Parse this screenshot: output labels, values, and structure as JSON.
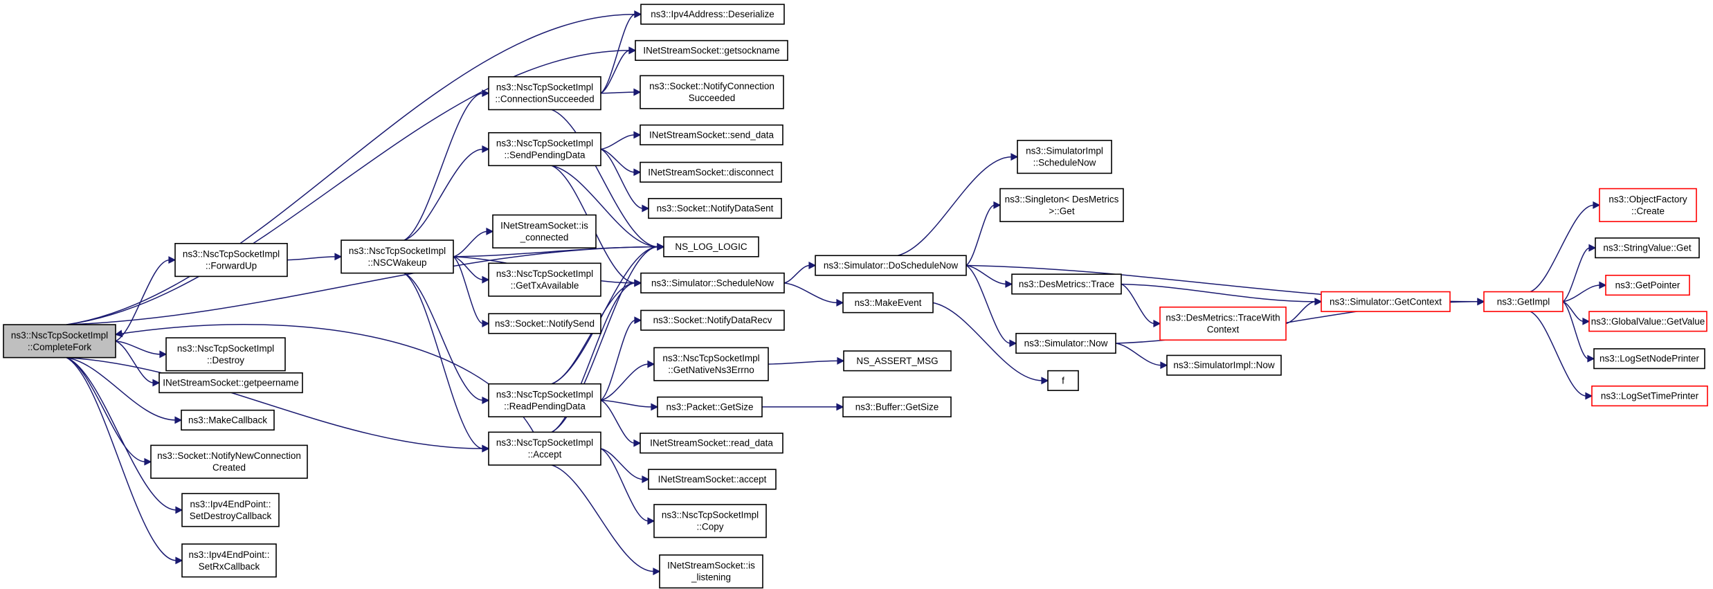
{
  "colors": {
    "edge": "#191970",
    "root_fill": "#bfbfbf",
    "truncated_border": "#ff0000",
    "node_border": "#000000"
  },
  "nodes": [
    {
      "id": "completefork",
      "lines": [
        "ns3::NscTcpSocketImpl",
        "::CompleteFork"
      ],
      "root": true
    },
    {
      "id": "forwardup",
      "lines": [
        "ns3::NscTcpSocketImpl",
        "::ForwardUp"
      ]
    },
    {
      "id": "destroy",
      "lines": [
        "ns3::NscTcpSocketImpl",
        "::Destroy"
      ]
    },
    {
      "id": "getpeername",
      "lines": [
        "INetStreamSocket::getpeername"
      ]
    },
    {
      "id": "makecallback",
      "lines": [
        "ns3::MakeCallback"
      ]
    },
    {
      "id": "notifynewconn",
      "lines": [
        "ns3::Socket::NotifyNewConnection",
        "Created"
      ]
    },
    {
      "id": "setdestroycb",
      "lines": [
        "ns3::Ipv4EndPoint::",
        "SetDestroyCallback"
      ]
    },
    {
      "id": "setrxcb",
      "lines": [
        "ns3::Ipv4EndPoint::",
        "SetRxCallback"
      ]
    },
    {
      "id": "nscwakeup",
      "lines": [
        "ns3::NscTcpSocketImpl",
        "::NSCWakeup"
      ]
    },
    {
      "id": "connsucc",
      "lines": [
        "ns3::NscTcpSocketImpl",
        "::ConnectionSucceeded"
      ]
    },
    {
      "id": "sendpending",
      "lines": [
        "ns3::NscTcpSocketImpl",
        "::SendPendingData"
      ]
    },
    {
      "id": "isconnected",
      "lines": [
        "INetStreamSocket::is",
        "_connected"
      ]
    },
    {
      "id": "gettxavail",
      "lines": [
        "ns3::NscTcpSocketImpl",
        "::GetTxAvailable"
      ]
    },
    {
      "id": "notifysend",
      "lines": [
        "ns3::Socket::NotifySend"
      ]
    },
    {
      "id": "readpending",
      "lines": [
        "ns3::NscTcpSocketImpl",
        "::ReadPendingData"
      ]
    },
    {
      "id": "accept",
      "lines": [
        "ns3::NscTcpSocketImpl",
        "::Accept"
      ]
    },
    {
      "id": "deserialize",
      "lines": [
        "ns3::Ipv4Address::Deserialize"
      ]
    },
    {
      "id": "getsockname",
      "lines": [
        "INetStreamSocket::getsockname"
      ]
    },
    {
      "id": "notifyconnsucc",
      "lines": [
        "ns3::Socket::NotifyConnection",
        "Succeeded"
      ]
    },
    {
      "id": "senddata",
      "lines": [
        "INetStreamSocket::send_data"
      ]
    },
    {
      "id": "disconnect",
      "lines": [
        "INetStreamSocket::disconnect"
      ]
    },
    {
      "id": "notifydatasent",
      "lines": [
        "ns3::Socket::NotifyDataSent"
      ]
    },
    {
      "id": "nslog",
      "lines": [
        "NS_LOG_LOGIC"
      ]
    },
    {
      "id": "schedulenow",
      "lines": [
        "ns3::Simulator::ScheduleNow"
      ]
    },
    {
      "id": "notifydatarecv",
      "lines": [
        "ns3::Socket::NotifyDataRecv"
      ]
    },
    {
      "id": "getnativeerrno",
      "lines": [
        "ns3::NscTcpSocketImpl",
        "::GetNativeNs3Errno"
      ]
    },
    {
      "id": "packetgetsize",
      "lines": [
        "ns3::Packet::GetSize"
      ]
    },
    {
      "id": "readdata",
      "lines": [
        "INetStreamSocket::read_data"
      ]
    },
    {
      "id": "inetaccept",
      "lines": [
        "INetStreamSocket::accept"
      ]
    },
    {
      "id": "copy",
      "lines": [
        "ns3::NscTcpSocketImpl",
        "::Copy"
      ]
    },
    {
      "id": "islistening",
      "lines": [
        "INetStreamSocket::is",
        "_listening"
      ]
    },
    {
      "id": "doschedulenow",
      "lines": [
        "ns3::Simulator::DoScheduleNow"
      ]
    },
    {
      "id": "makeevent",
      "lines": [
        "ns3::MakeEvent"
      ]
    },
    {
      "id": "nsassert",
      "lines": [
        "NS_ASSERT_MSG"
      ]
    },
    {
      "id": "buffergetsize",
      "lines": [
        "ns3::Buffer::GetSize"
      ]
    },
    {
      "id": "simimplschednow",
      "lines": [
        "ns3::SimulatorImpl",
        "::ScheduleNow"
      ]
    },
    {
      "id": "singletonget",
      "lines": [
        "ns3::Singleton< DesMetrics",
        ">::Get"
      ]
    },
    {
      "id": "desmetricstrace",
      "lines": [
        "ns3::DesMetrics::Trace"
      ]
    },
    {
      "id": "simnow",
      "lines": [
        "ns3::Simulator::Now"
      ]
    },
    {
      "id": "f",
      "lines": [
        "f"
      ]
    },
    {
      "id": "tracewithctx",
      "lines": [
        "ns3::DesMetrics::TraceWith",
        "Context"
      ],
      "red": true
    },
    {
      "id": "simimplnow",
      "lines": [
        "ns3::SimulatorImpl::Now"
      ]
    },
    {
      "id": "getcontext",
      "lines": [
        "ns3::Simulator::GetContext"
      ],
      "red": true
    },
    {
      "id": "getimpl",
      "lines": [
        "ns3::GetImpl"
      ],
      "red": true
    },
    {
      "id": "objfactcreate",
      "lines": [
        "ns3::ObjectFactory",
        "::Create"
      ],
      "red": true
    },
    {
      "id": "stringvalueget",
      "lines": [
        "ns3::StringValue::Get"
      ]
    },
    {
      "id": "getpointer",
      "lines": [
        "ns3::GetPointer"
      ],
      "red": true
    },
    {
      "id": "globalvalueget",
      "lines": [
        "ns3::GlobalValue::GetValue"
      ],
      "red": true
    },
    {
      "id": "logsetnodeprinter",
      "lines": [
        "ns3::LogSetNodePrinter"
      ]
    },
    {
      "id": "logsettimeprinter",
      "lines": [
        "ns3::LogSetTimePrinter"
      ],
      "red": true
    }
  ],
  "edges": [
    [
      "completefork",
      "forwardup"
    ],
    [
      "completefork",
      "destroy"
    ],
    [
      "completefork",
      "getpeername"
    ],
    [
      "completefork",
      "makecallback"
    ],
    [
      "completefork",
      "notifynewconn"
    ],
    [
      "completefork",
      "setdestroycb"
    ],
    [
      "completefork",
      "setrxcb"
    ],
    [
      "completefork",
      "deserialize"
    ],
    [
      "completefork",
      "getsockname"
    ],
    [
      "completefork",
      "nslog"
    ],
    [
      "completefork",
      "accept"
    ],
    [
      "forwardup",
      "nscwakeup"
    ],
    [
      "nscwakeup",
      "connsucc"
    ],
    [
      "nscwakeup",
      "sendpending"
    ],
    [
      "nscwakeup",
      "isconnected"
    ],
    [
      "nscwakeup",
      "gettxavail"
    ],
    [
      "nscwakeup",
      "notifysend"
    ],
    [
      "nscwakeup",
      "readpending"
    ],
    [
      "nscwakeup",
      "accept"
    ],
    [
      "nscwakeup",
      "nslog"
    ],
    [
      "nscwakeup",
      "schedulenow"
    ],
    [
      "connsucc",
      "deserialize"
    ],
    [
      "connsucc",
      "getsockname"
    ],
    [
      "connsucc",
      "notifyconnsucc"
    ],
    [
      "connsucc",
      "nslog"
    ],
    [
      "sendpending",
      "senddata"
    ],
    [
      "sendpending",
      "disconnect"
    ],
    [
      "sendpending",
      "notifydatasent"
    ],
    [
      "sendpending",
      "nslog"
    ],
    [
      "sendpending",
      "schedulenow"
    ],
    [
      "readpending",
      "nslog"
    ],
    [
      "readpending",
      "schedulenow"
    ],
    [
      "readpending",
      "notifydatarecv"
    ],
    [
      "readpending",
      "getnativeerrno"
    ],
    [
      "readpending",
      "packetgetsize"
    ],
    [
      "readpending",
      "readdata"
    ],
    [
      "accept",
      "completefork"
    ],
    [
      "accept",
      "nslog"
    ],
    [
      "accept",
      "schedulenow"
    ],
    [
      "accept",
      "inetaccept"
    ],
    [
      "accept",
      "copy"
    ],
    [
      "accept",
      "islistening"
    ],
    [
      "schedulenow",
      "doschedulenow"
    ],
    [
      "schedulenow",
      "makeevent"
    ],
    [
      "getnativeerrno",
      "nsassert"
    ],
    [
      "packetgetsize",
      "buffergetsize"
    ],
    [
      "makeevent",
      "f"
    ],
    [
      "doschedulenow",
      "simimplschednow"
    ],
    [
      "doschedulenow",
      "singletonget"
    ],
    [
      "doschedulenow",
      "desmetricstrace"
    ],
    [
      "doschedulenow",
      "simnow"
    ],
    [
      "doschedulenow",
      "getimpl"
    ],
    [
      "desmetricstrace",
      "tracewithctx"
    ],
    [
      "desmetricstrace",
      "getcontext"
    ],
    [
      "tracewithctx",
      "getcontext"
    ],
    [
      "getcontext",
      "getimpl"
    ],
    [
      "simnow",
      "simimplnow"
    ],
    [
      "simnow",
      "getimpl"
    ],
    [
      "getimpl",
      "objfactcreate"
    ],
    [
      "getimpl",
      "stringvalueget"
    ],
    [
      "getimpl",
      "getpointer"
    ],
    [
      "getimpl",
      "globalvalueget"
    ],
    [
      "getimpl",
      "logsetnodeprinter"
    ],
    [
      "getimpl",
      "logsettimeprinter"
    ]
  ]
}
